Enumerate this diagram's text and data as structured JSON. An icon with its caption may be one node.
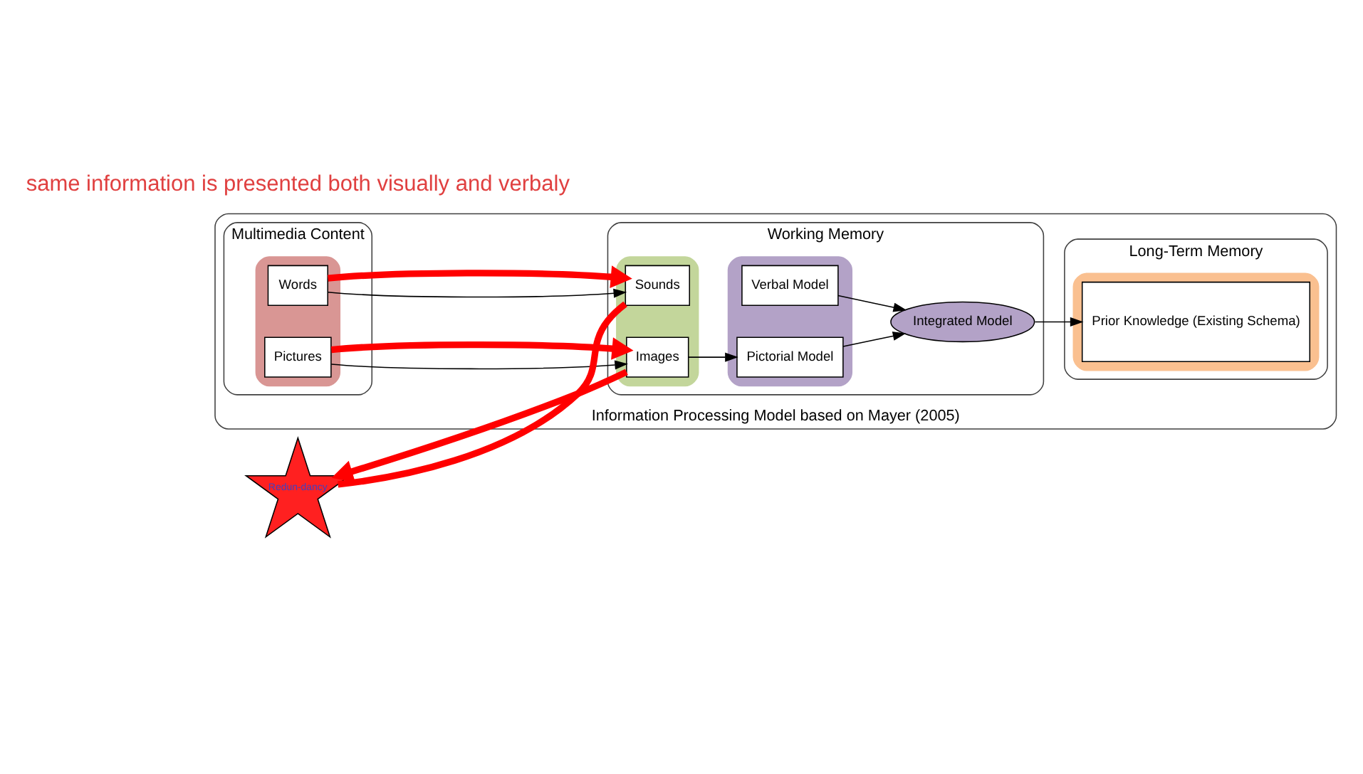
{
  "diagram": {
    "nodes": [
      {
        "text": [
          "Information Processing Model based on Mayer (2005)"
        ]
      },
      {
        "text": [
          "Multimedia Content"
        ],
        "in": 0
      },
      {
        "text": [],
        "shape": "box",
        "in": 1
      },
      {
        "text": [
          "Words"
        ],
        "in": 2
      },
      {
        "text": [
          "Pictures"
        ],
        "in": 2
      },
      {
        "text": [
          "Working Memory"
        ],
        "in": 0
      },
      {
        "text": [],
        "shape": "box",
        "in": 5
      },
      {
        "text": [
          "Sounds"
        ],
        "in": 6
      },
      {
        "text": [
          "Images"
        ],
        "in": 6
      },
      {
        "text": [],
        "shape": "box",
        "in": 5
      },
      {
        "text": [
          "Verbal Model"
        ],
        "in": 9
      },
      {
        "text": [
          "Pictorial Model"
        ],
        "in": 9
      },
      {
        "text": [
          "Integrated Model"
        ],
        "in": 5
      },
      {
        "text": [
          "Long-Term Memory"
        ],
        "in": 0
      },
      {
        "text": [],
        "shape": "box",
        "in": 13
      },
      {
        "text": [
          "Prior Knowledge (Existing Schema)"
        ],
        "in": 14
      },
      {
        "text": [
          "Redun-dancy"
        ]
      }
    ],
    "edges": [
      {
        "from": 3,
        "to": 7,
        "arrow": "to"
      },
      {
        "from": 4,
        "to": 8,
        "arrow": "to"
      },
      {
        "from": 8,
        "to": 11,
        "arrow": "to"
      },
      {
        "from": 10,
        "to": 12,
        "arrow": "to"
      },
      {
        "from": 11,
        "to": 12,
        "arrow": "to"
      },
      {
        "from": 12,
        "to": 15,
        "arrow": "to"
      },
      {
        "from": 3,
        "to": 7,
        "arrow": "to",
        "style": "thick",
        "color": "#ff0000"
      },
      {
        "from": 4,
        "to": 8,
        "arrow": "to",
        "style": "thick",
        "color": "#ff0000"
      },
      {
        "from": 7,
        "to": 16,
        "arrow": "none",
        "style": "thick",
        "color": "#ff0000"
      },
      {
        "from": 8,
        "to": 16,
        "arrow": "to",
        "style": "thick",
        "color": "#ff0000"
      }
    ],
    "labels": [
      "same information is presented both visually and verbaly"
    ]
  }
}
